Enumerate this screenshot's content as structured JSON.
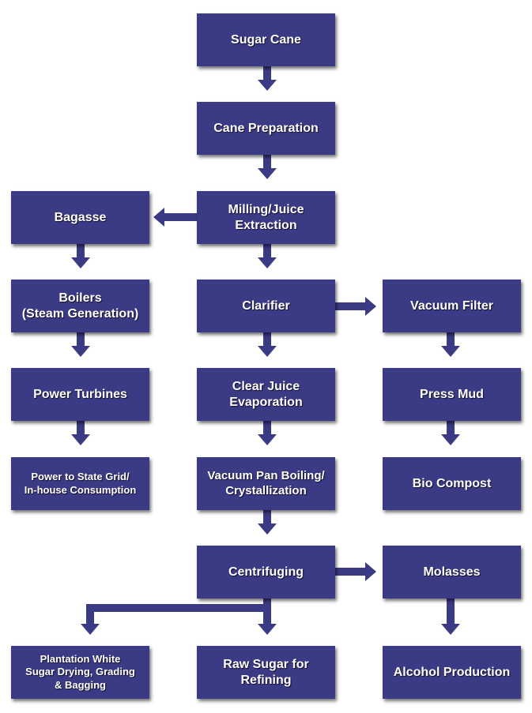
{
  "nodes": {
    "sugar_cane": "Sugar Cane",
    "cane_preparation": "Cane Preparation",
    "milling": "Milling/Juice\nExtraction",
    "bagasse": "Bagasse",
    "boilers": "Boilers\n(Steam Generation)",
    "power_turbines": "Power Turbines",
    "power_grid": "Power to State Grid/\nIn-house Consumption",
    "clarifier": "Clarifier",
    "vacuum_filter": "Vacuum Filter",
    "clear_juice": "Clear Juice\nEvaporation",
    "press_mud": "Press Mud",
    "vacuum_pan": "Vacuum Pan Boiling/\nCrystallization",
    "bio_compost": "Bio Compost",
    "centrifuging": "Centrifuging",
    "molasses": "Molasses",
    "plantation_white": "Plantation White\nSugar Drying, Grading\n& Bagging",
    "raw_sugar": "Raw Sugar for\nRefining",
    "alcohol": "Alcohol Production"
  },
  "colors": {
    "box": "#3b3a84",
    "arrow": "#3b3a84",
    "text": "#ffffff"
  }
}
